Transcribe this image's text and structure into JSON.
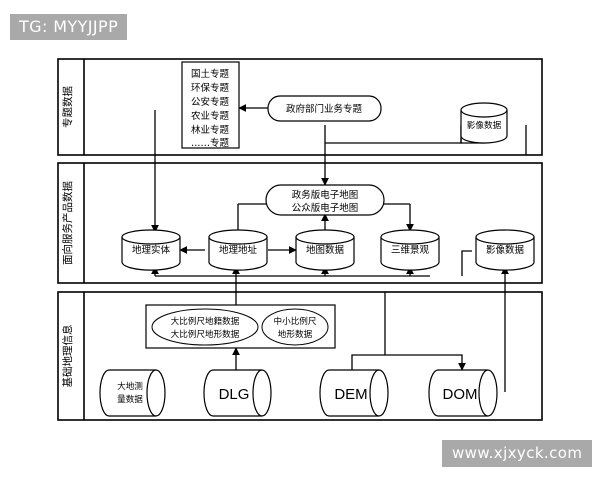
{
  "watermarks": {
    "top_tag": "TG: MYYJJPP",
    "bottom_url": "www.xjxyck.com"
  },
  "diagram": {
    "title": "",
    "sections": [
      {
        "id": "thematic",
        "label": "专题数据"
      },
      {
        "id": "service",
        "label": "面向服务产品数据"
      },
      {
        "id": "base",
        "label": "基础地理信息"
      }
    ],
    "thematic_list": {
      "items": [
        "国土专题",
        "环保专题",
        "公安专题",
        "农业专题",
        "林业专题",
        "……专题"
      ]
    },
    "nodes": [
      {
        "id": "gov-business",
        "label": "政府部门业务专题",
        "shape": "rounded"
      },
      {
        "id": "image-data-top",
        "label": "影像数据",
        "shape": "cylinder"
      },
      {
        "id": "emap",
        "label_line1": "政务版电子地图",
        "label_line2": "公众版电子地图",
        "shape": "rounded"
      },
      {
        "id": "geo-entity",
        "label": "地理实体",
        "shape": "cylinder"
      },
      {
        "id": "geo-address",
        "label": "地理地址",
        "shape": "cylinder"
      },
      {
        "id": "map-data",
        "label": "地图数据",
        "shape": "cylinder"
      },
      {
        "id": "three-d-scene",
        "label": "三维景观",
        "shape": "cylinder"
      },
      {
        "id": "image-data-mid",
        "label": "影像数据",
        "shape": "cylinder"
      },
      {
        "id": "large-scale",
        "label_line1": "大比例尺地籍数据",
        "label_line2": "大比例尺地形数据",
        "shape": "ellipse"
      },
      {
        "id": "mid-small-scale",
        "label_line1": "中小比例尺",
        "label_line2": "地形数据",
        "shape": "ellipse"
      },
      {
        "id": "geodetic",
        "label_line1": "大地测",
        "label_line2": "量数据",
        "shape": "hcylinder"
      },
      {
        "id": "dlg",
        "label": "DLG",
        "shape": "hcylinder"
      },
      {
        "id": "dem",
        "label": "DEM",
        "shape": "hcylinder"
      },
      {
        "id": "dom",
        "label": "DOM",
        "shape": "hcylinder"
      }
    ]
  }
}
